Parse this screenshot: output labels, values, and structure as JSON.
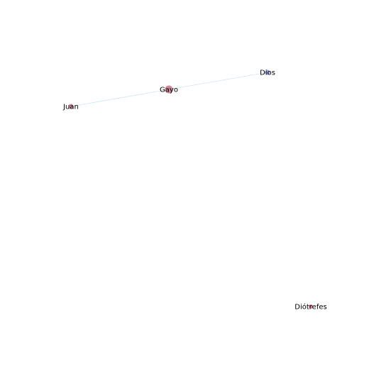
{
  "graph": {
    "nodes": [
      {
        "id": "gayo",
        "label": "Gayo",
        "color": "#c8738a",
        "size": "large"
      },
      {
        "id": "dios",
        "label": "Dios",
        "color": "#8b8fd6",
        "size": "small"
      },
      {
        "id": "juan",
        "label": "Juan",
        "color": "#c8738a",
        "size": "small"
      },
      {
        "id": "diotrefes",
        "label": "Diótrefes",
        "color": "#c8738a",
        "size": "small"
      }
    ],
    "edges": [
      {
        "source": "gayo",
        "target": "dios"
      },
      {
        "source": "gayo",
        "target": "juan"
      }
    ],
    "edge_color": "#cfe6f2"
  }
}
